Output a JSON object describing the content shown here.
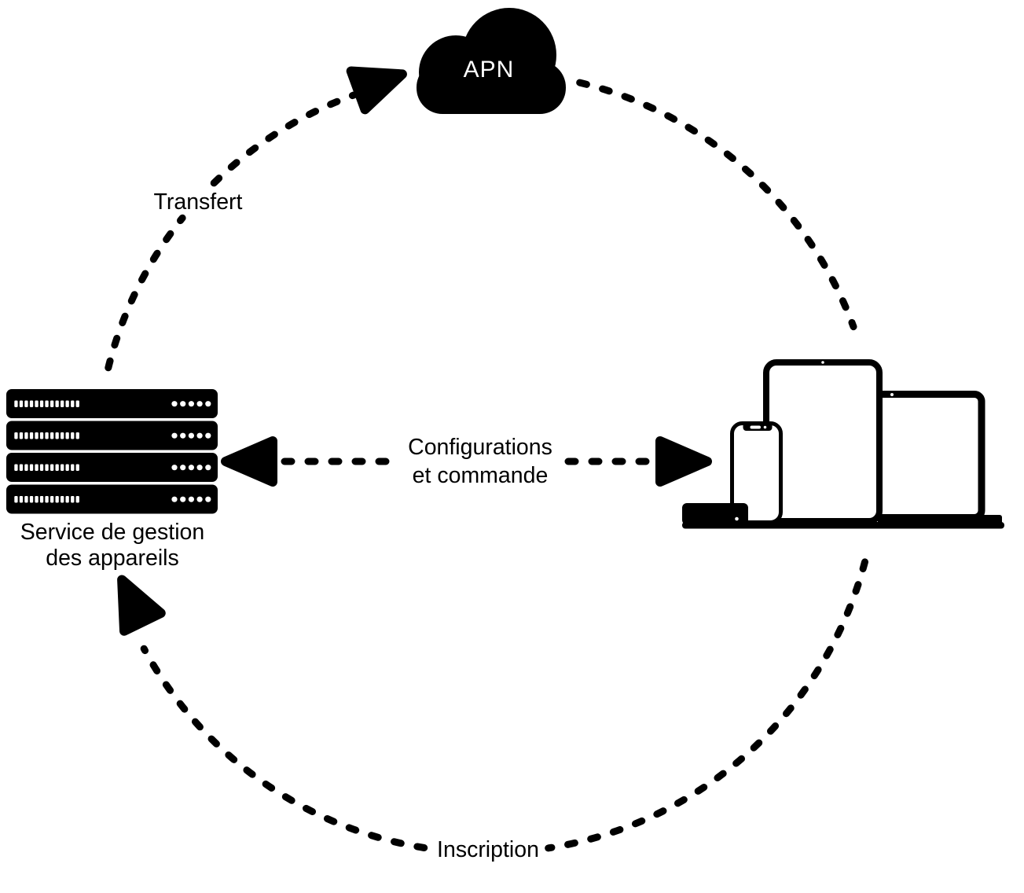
{
  "labels": {
    "cloud": "APN",
    "transfer": "Transfert",
    "config_line1": "Configurations",
    "config_line2": "et commande",
    "enrollment": "Inscription",
    "server_line1": "Service de gestion",
    "server_line2": "des appareils"
  },
  "colors": {
    "foreground": "#000000",
    "background": "#ffffff",
    "cloud_fill": "#000000",
    "cloud_text": "#ffffff"
  }
}
